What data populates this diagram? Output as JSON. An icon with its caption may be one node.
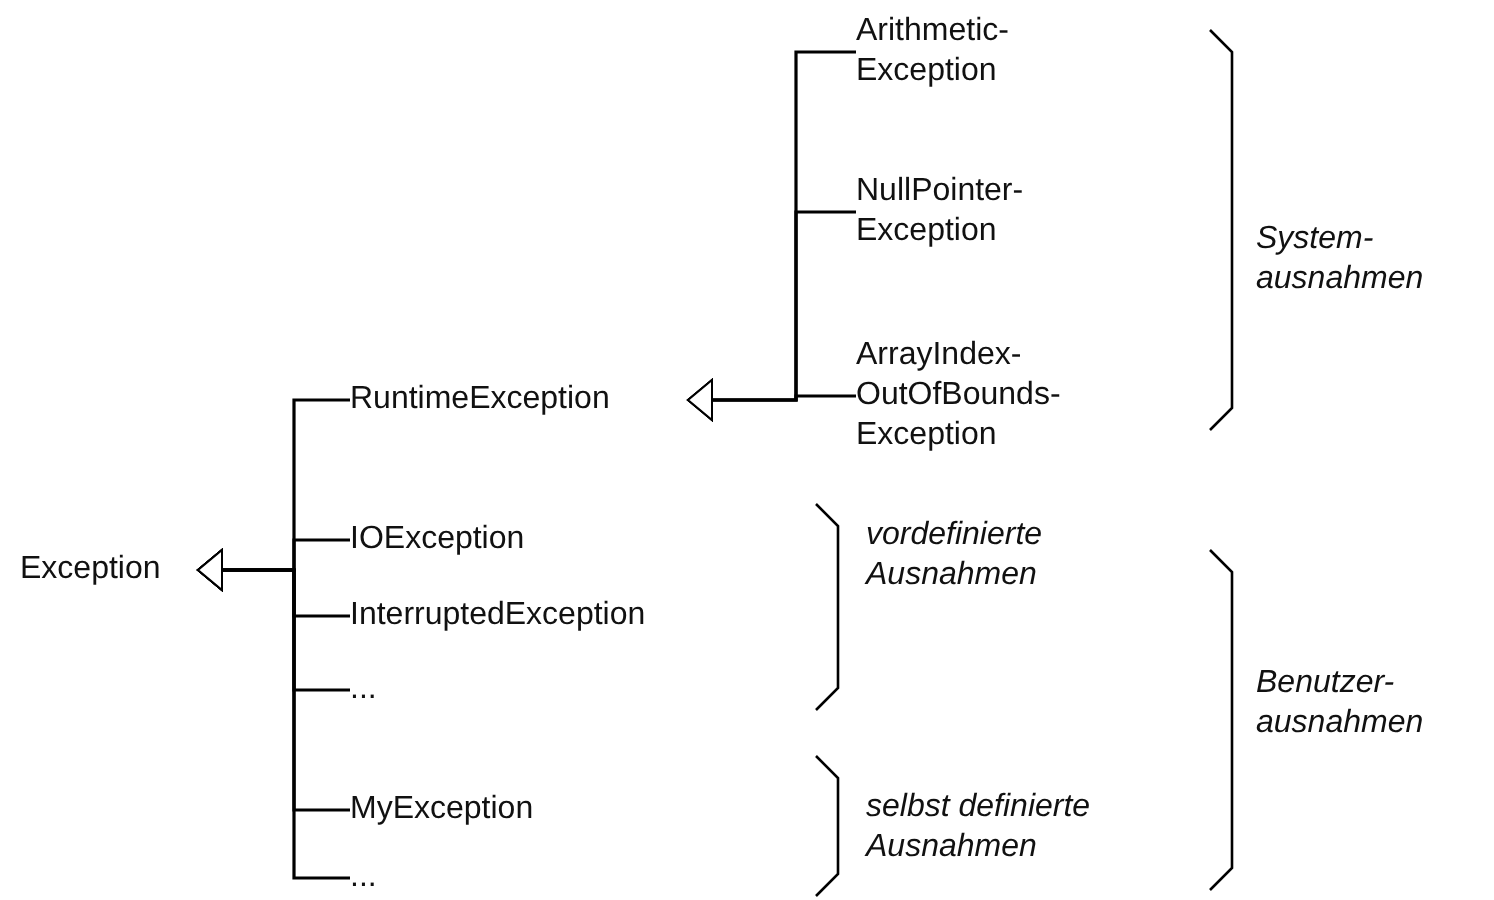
{
  "diagram": {
    "nodes": [
      {
        "text": [
          "Exception"
        ]
      },
      {
        "text": [
          "RuntimeException"
        ]
      },
      {
        "text": [
          "IOException"
        ]
      },
      {
        "text": [
          "InterruptedException"
        ]
      },
      {
        "text": [
          "..."
        ]
      },
      {
        "text": [
          "MyException"
        ]
      },
      {
        "text": [
          "..."
        ]
      },
      {
        "text": [
          "Arithmetic- Exception"
        ]
      },
      {
        "text": [
          "NullPointer- Exception"
        ]
      },
      {
        "text": [
          "ArrayIndex- OutOfBounds- Exception"
        ]
      }
    ],
    "edges": [
      {
        "from": 1,
        "to": 0,
        "arrow": "to"
      },
      {
        "from": 2,
        "to": 0,
        "arrow": "to"
      },
      {
        "from": 3,
        "to": 0,
        "arrow": "to"
      },
      {
        "from": 4,
        "to": 0,
        "arrow": "to"
      },
      {
        "from": 5,
        "to": 0,
        "arrow": "to"
      },
      {
        "from": 6,
        "to": 0,
        "arrow": "to"
      },
      {
        "from": 7,
        "to": 1,
        "arrow": "to"
      },
      {
        "from": 8,
        "to": 1,
        "arrow": "to"
      },
      {
        "from": 9,
        "to": 1,
        "arrow": "to"
      }
    ],
    "labels": [
      "System- ausnahmen",
      "vordefinierte Ausnahmen",
      "Benutzer- ausnahmen",
      "selbst definierte Ausnahmen"
    ]
  }
}
